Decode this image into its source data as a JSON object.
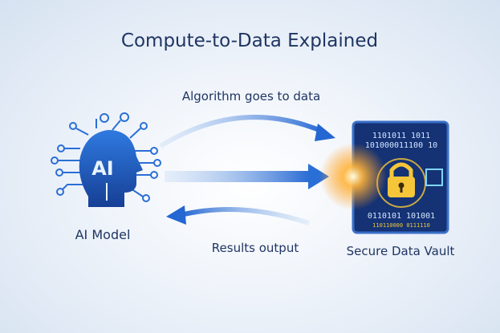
{
  "title": "Compute-to-Data Explained",
  "arrows": {
    "top_label": "Algorithm goes to data",
    "bottom_label": "Results output"
  },
  "ai_model": {
    "label": "AI Model",
    "badge": "AI"
  },
  "vault": {
    "label": "Secure Data Vault",
    "binary_lines": [
      "1101011 1011",
      "101000011100 10",
      "0110101 101001",
      "110110000 0111110"
    ]
  },
  "colors": {
    "title": "#1f3563",
    "arrow": "#2a6fd6",
    "vault": "#1a3f8f",
    "lock": "#f5c63a",
    "spark": "#ffa92a"
  }
}
